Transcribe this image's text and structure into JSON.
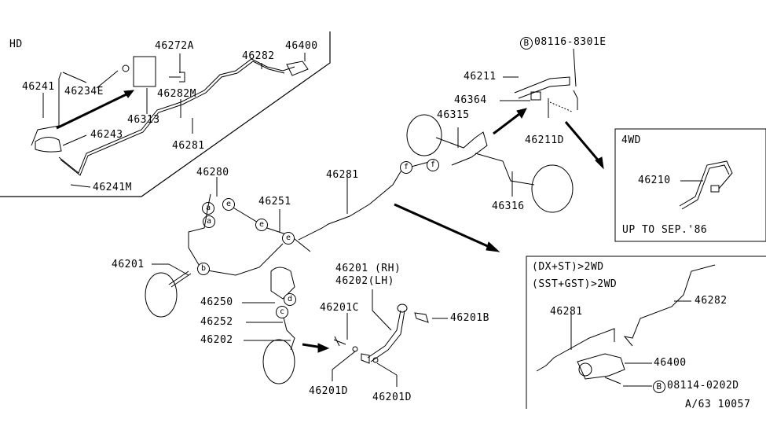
{
  "diagram": {
    "type": "parts-diagram",
    "subject": "brake piping and hoses",
    "footer_code": "A/63 10057",
    "colors": {
      "ink": "#000000",
      "background": "#ffffff"
    }
  },
  "panels": {
    "hd": {
      "title": "HD",
      "labels": [
        "46241",
        "46234E",
        "46272A",
        "46313",
        "46282M",
        "46282",
        "46400",
        "46243",
        "46281",
        "46241M"
      ]
    },
    "four_wd": {
      "title": "4WD",
      "part": "46210",
      "note": "UP TO SEP.'86"
    },
    "two_wd": {
      "title_line1": "(DX+ST)>2WD",
      "title_line2": "(SST+GST)>2WD",
      "labels": [
        "46281",
        "46282",
        "46400"
      ],
      "bolt": {
        "badge": "B",
        "part": "08114-0202D"
      }
    }
  },
  "main": {
    "rear": {
      "bolt": {
        "badge": "B",
        "part": "08116-8301E"
      },
      "labels": [
        "46211",
        "46364",
        "46315",
        "46211D",
        "46316"
      ]
    },
    "front": {
      "labels": [
        "46280",
        "46281",
        "46251",
        "46201",
        "46250",
        "46252",
        "46202"
      ],
      "hose_rh": "46201 (RH)",
      "hose_lh": "46202(LH)",
      "hose_parts": [
        "46201C",
        "46201B",
        "46201D",
        "46201D"
      ]
    },
    "connectors": [
      "a",
      "a",
      "b",
      "c",
      "d",
      "e",
      "e",
      "e",
      "f",
      "f"
    ]
  }
}
